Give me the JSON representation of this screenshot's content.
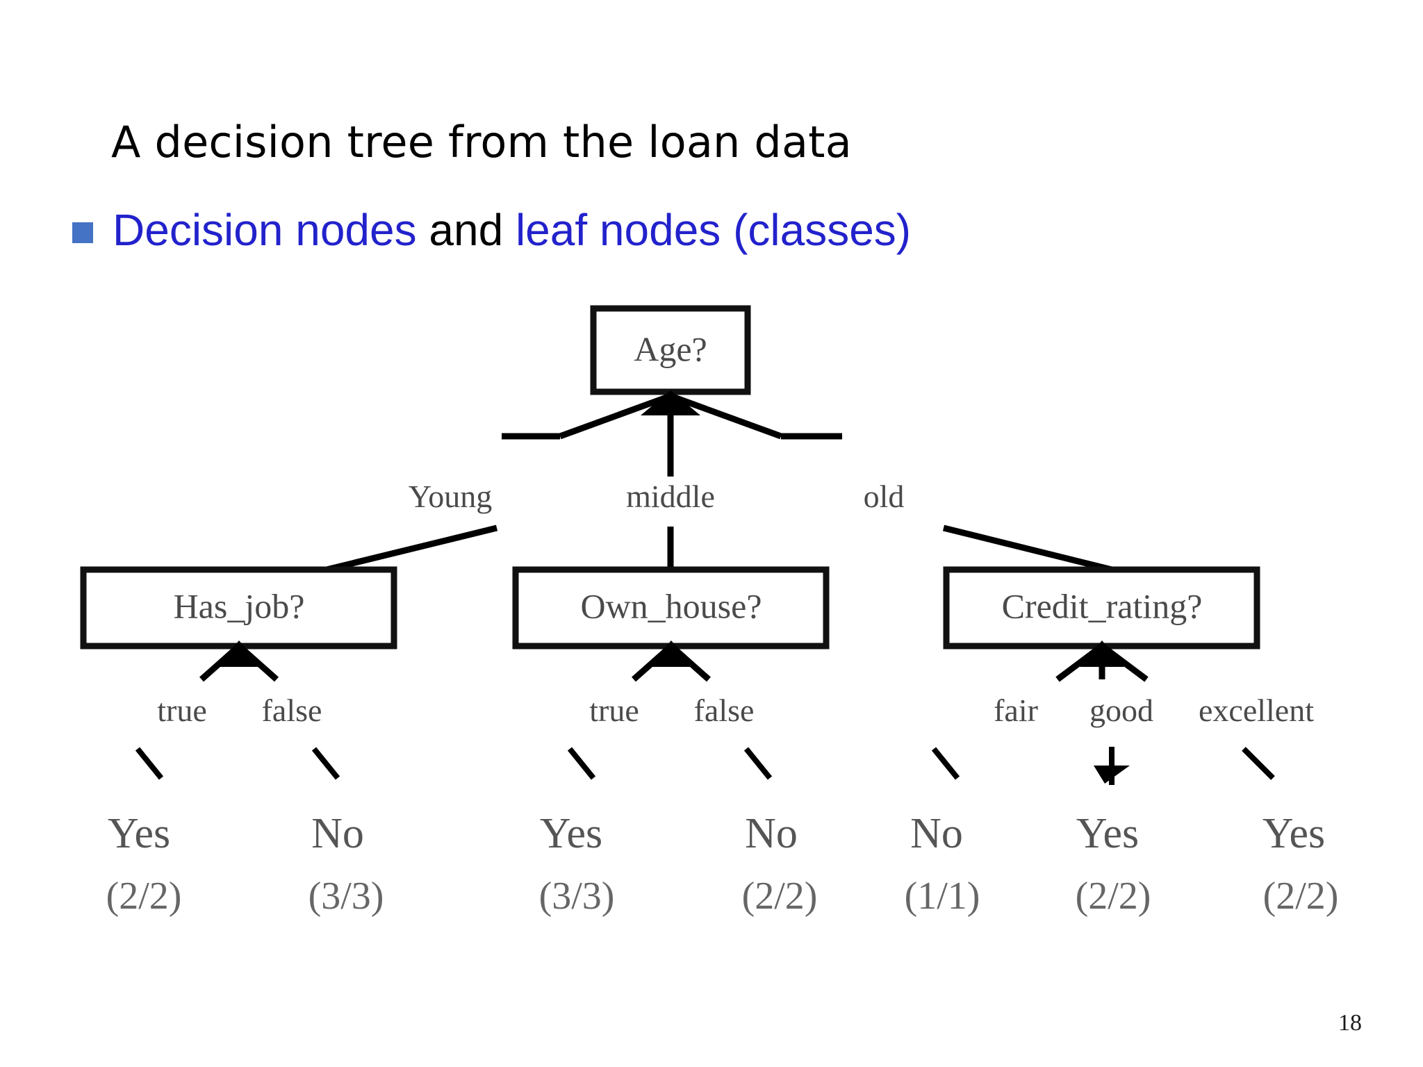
{
  "slide": {
    "title": "A decision tree from the loan data",
    "page_number": "18",
    "bullet": {
      "marker_color": "#4472C4",
      "accent_color": "#2222CC",
      "part1": "Decision nodes",
      "part2": " and ",
      "part3": "leaf nodes (classes)"
    }
  },
  "chart_data": {
    "type": "diagram",
    "diagram_kind": "decision-tree",
    "title": "A decision tree from the loan data",
    "root": {
      "label": "Age?",
      "branches": [
        "Young",
        "middle",
        "old"
      ]
    },
    "decision_nodes": [
      {
        "id": "has_job",
        "label": "Has_job?",
        "parent_branch": "Young",
        "branches": [
          "true",
          "false"
        ]
      },
      {
        "id": "own_house",
        "label": "Own_house?",
        "parent_branch": "middle",
        "branches": [
          "true",
          "false"
        ]
      },
      {
        "id": "credit_rating",
        "label": "Credit_rating?",
        "parent_branch": "old",
        "branches": [
          "fair",
          "good",
          "excellent"
        ]
      }
    ],
    "leaf_nodes": [
      {
        "parent": "has_job",
        "branch": "true",
        "class": "Yes",
        "count": "(2/2)"
      },
      {
        "parent": "has_job",
        "branch": "false",
        "class": "No",
        "count": "(3/3)"
      },
      {
        "parent": "own_house",
        "branch": "true",
        "class": "Yes",
        "count": "(3/3)"
      },
      {
        "parent": "own_house",
        "branch": "false",
        "class": "No",
        "count": "(2/2)"
      },
      {
        "parent": "credit_rating",
        "branch": "fair",
        "class": "No",
        "count": "(1/1)"
      },
      {
        "parent": "credit_rating",
        "branch": "good",
        "class": "Yes",
        "count": "(2/2)"
      },
      {
        "parent": "credit_rating",
        "branch": "excellent",
        "class": "Yes",
        "count": "(2/2)"
      }
    ]
  }
}
